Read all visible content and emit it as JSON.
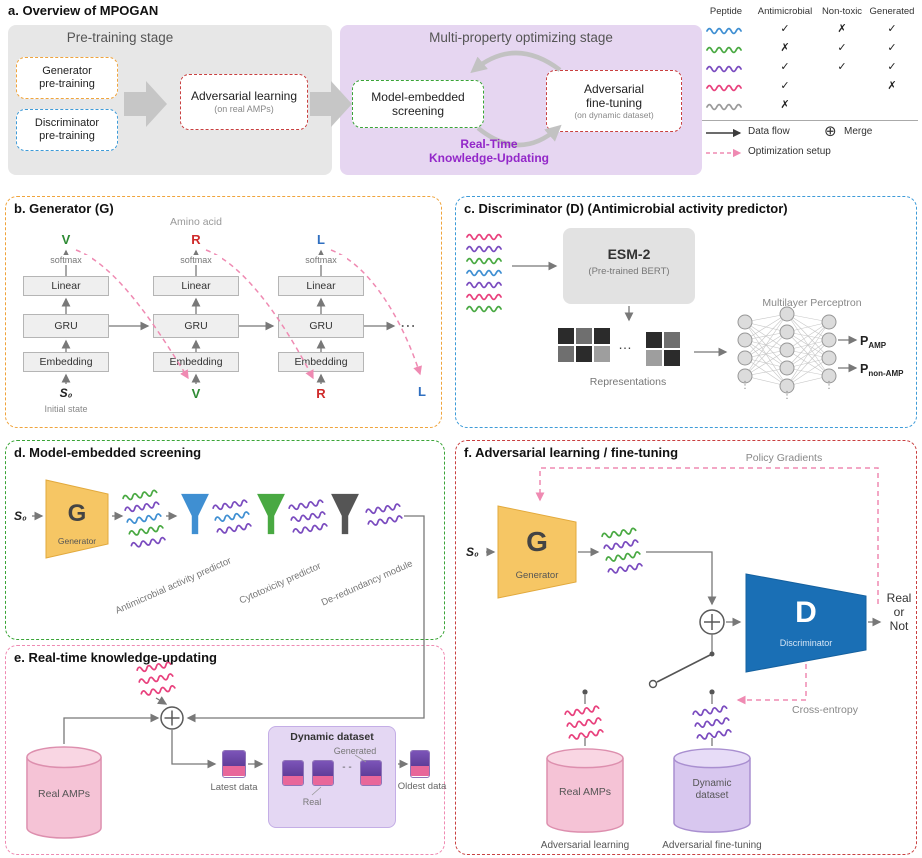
{
  "colors": {
    "peptide_blue": "#3f8fd2",
    "peptide_green": "#49a942",
    "peptide_purple": "#7a4bbf",
    "peptide_pink": "#e8417d",
    "peptide_gray": "#9a9a9a",
    "stage_gray_bg": "#e7e7e7",
    "stage_purple_bg": "#e6d6f1",
    "generator_accent": "#f0a43c",
    "discriminator_accent": "#3e9bd8",
    "adversarial_accent": "#c94040",
    "screening_accent": "#3aa437",
    "knowledge_accent": "#ef8ab2",
    "generator_fill": "#f6c664",
    "discriminator_fill": "#1a6fb5",
    "rtku_text": "#9327c9"
  },
  "panel_a": {
    "title": "a. Overview of MPOGAN",
    "pretraining_stage_label": "Pre-training stage",
    "generator_pretraining": "Generator\npre-training",
    "discriminator_pretraining": "Discriminator\npre-training",
    "adversarial_learning": "Adversarial learning",
    "adversarial_learning_note": "(on real AMPs)",
    "optimizing_stage_label": "Multi-property optimizing stage",
    "model_embedded_screening": "Model-embedded\nscreening",
    "adversarial_finetuning": "Adversarial\nfine-tuning",
    "adversarial_finetuning_note": "(on dynamic dataset)",
    "rtku": "Real-Time\nKnowledge-Updating"
  },
  "legend": {
    "headers": [
      "Peptide",
      "Antimicrobial",
      "Non-toxic",
      "Generated"
    ],
    "rows": [
      {
        "peptide": "blue",
        "antimicrobial": "✓",
        "non_toxic": "✗",
        "generated": "✓"
      },
      {
        "peptide": "green",
        "antimicrobial": "✗",
        "non_toxic": "✓",
        "generated": "✓"
      },
      {
        "peptide": "purple",
        "antimicrobial": "✓",
        "non_toxic": "✓",
        "generated": "✓"
      },
      {
        "peptide": "pink",
        "antimicrobial": "✓",
        "non_toxic": "",
        "generated": "✗"
      },
      {
        "peptide": "gray",
        "antimicrobial": "✗",
        "non_toxic": "",
        "generated": ""
      }
    ],
    "data_flow_label": "Data flow",
    "merge_symbol": "⊕",
    "merge_label": "Merge",
    "optimization_label": "Optimization setup"
  },
  "panel_b": {
    "title": "b. Generator (G)",
    "amino_acid_label": "Amino acid",
    "softmax": "softmax",
    "linear": "Linear",
    "gru": "GRU",
    "embedding": "Embedding",
    "s0": "S₀",
    "initial_state": "Initial state",
    "aa_v": "V",
    "aa_r": "R",
    "aa_l": "L",
    "ellipsis": "⋯"
  },
  "panel_c": {
    "title": "c. Discriminator (D) (Antimicrobial activity predictor)",
    "esm2": "ESM-2",
    "esm2_note": "(Pre-trained BERT)",
    "representations": "Representations",
    "ellipsis": "…",
    "mlp": "Multilayer Perceptron",
    "vdots": "⋮",
    "p_label": "P",
    "p_amp_sub": "AMP",
    "p_nonamp_sub": "non-AMP"
  },
  "panel_d": {
    "title": "d. Model-embedded screening",
    "s0": "S₀",
    "g": "G",
    "generator": "Generator",
    "filter1": "Antimicrobial activity predictor",
    "filter2": "Cytotoxicity predictor",
    "filter3": "De-redundancy module"
  },
  "panel_e": {
    "title": "e. Real-time knowledge-updating",
    "real_amps": "Real AMPs",
    "latest": "Latest data",
    "dynamic_dataset": "Dynamic dataset",
    "generated": "Generated",
    "real": "Real",
    "dots": "- -",
    "oldest": "Oldest data"
  },
  "panel_f": {
    "title": "f. Adversarial learning / fine-tuning",
    "policy_gradients": "Policy Gradients",
    "s0": "S₀",
    "g": "G",
    "generator": "Generator",
    "d": "D",
    "discriminator": "Discriminator",
    "real_or_not": "Real\nor\nNot",
    "cross_entropy": "Cross-entropy",
    "real_amps": "Real AMPs",
    "dynamic_dataset": "Dynamic\ndataset",
    "adversarial_learning": "Adversarial learning",
    "adversarial_finetuning": "Adversarial fine-tuning"
  }
}
